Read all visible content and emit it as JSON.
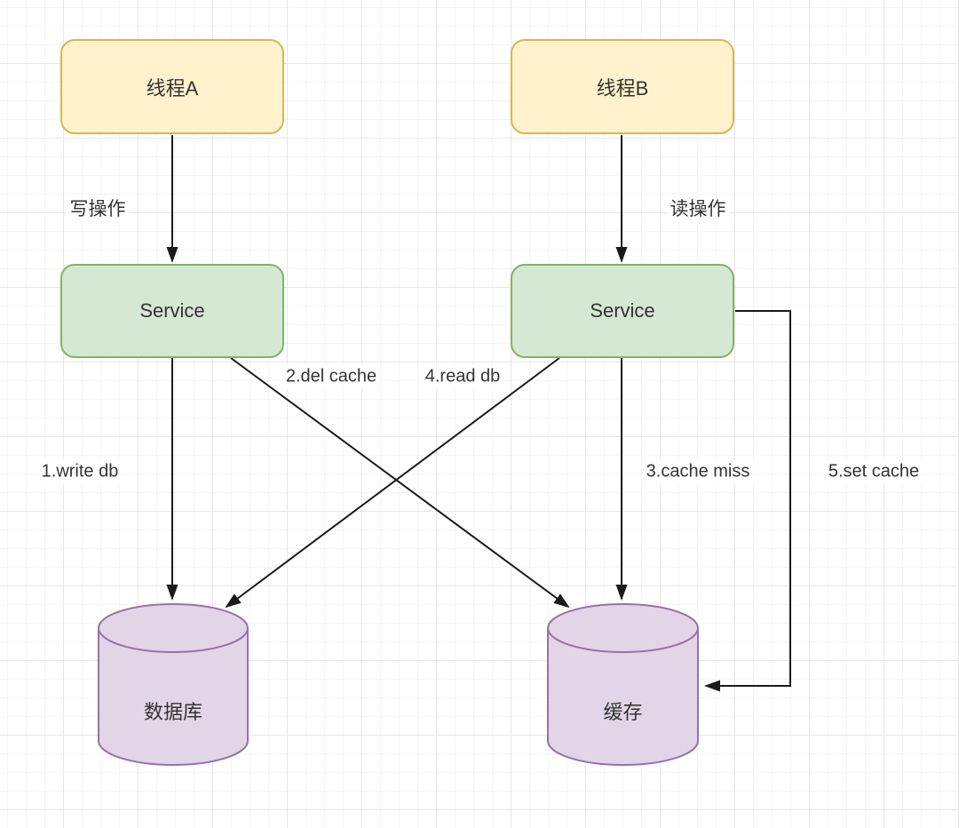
{
  "diagram": {
    "title": "cache-db read/write race diagram",
    "colors": {
      "thread_fill": "#FFF2CC",
      "thread_stroke": "#D6B656",
      "service_fill": "#D5E8D4",
      "service_stroke": "#82B366",
      "store_fill": "#E1D5E7",
      "store_stroke": "#9673A6",
      "edge_stroke": "#1a1a1a",
      "label_text": "#333333",
      "grid_minor": "#f5f5f5",
      "grid_major": "#e7e7e7"
    },
    "nodes": [
      {
        "id": "thread-a",
        "type": "rounded-rect",
        "label": "线程A"
      },
      {
        "id": "thread-b",
        "type": "rounded-rect",
        "label": "线程B"
      },
      {
        "id": "service-a",
        "type": "rounded-rect",
        "label": "Service"
      },
      {
        "id": "service-b",
        "type": "rounded-rect",
        "label": "Service"
      },
      {
        "id": "database",
        "type": "cylinder",
        "label": "数据库"
      },
      {
        "id": "cache",
        "type": "cylinder",
        "label": "缓存"
      }
    ],
    "edges": [
      {
        "id": "write-op",
        "from": "thread-a",
        "to": "service-a",
        "label": "写操作"
      },
      {
        "id": "read-op",
        "from": "thread-b",
        "to": "service-b",
        "label": "读操作"
      },
      {
        "id": "step-1",
        "from": "service-a",
        "to": "database",
        "label": "1.write db"
      },
      {
        "id": "step-2",
        "from": "service-a",
        "to": "cache",
        "label": "2.del cache"
      },
      {
        "id": "step-3",
        "from": "service-b",
        "to": "cache",
        "label": "3.cache miss"
      },
      {
        "id": "step-4",
        "from": "service-b",
        "to": "database",
        "label": "4.read db"
      },
      {
        "id": "step-5",
        "from": "service-b",
        "to": "cache",
        "label": "5.set cache"
      }
    ]
  }
}
